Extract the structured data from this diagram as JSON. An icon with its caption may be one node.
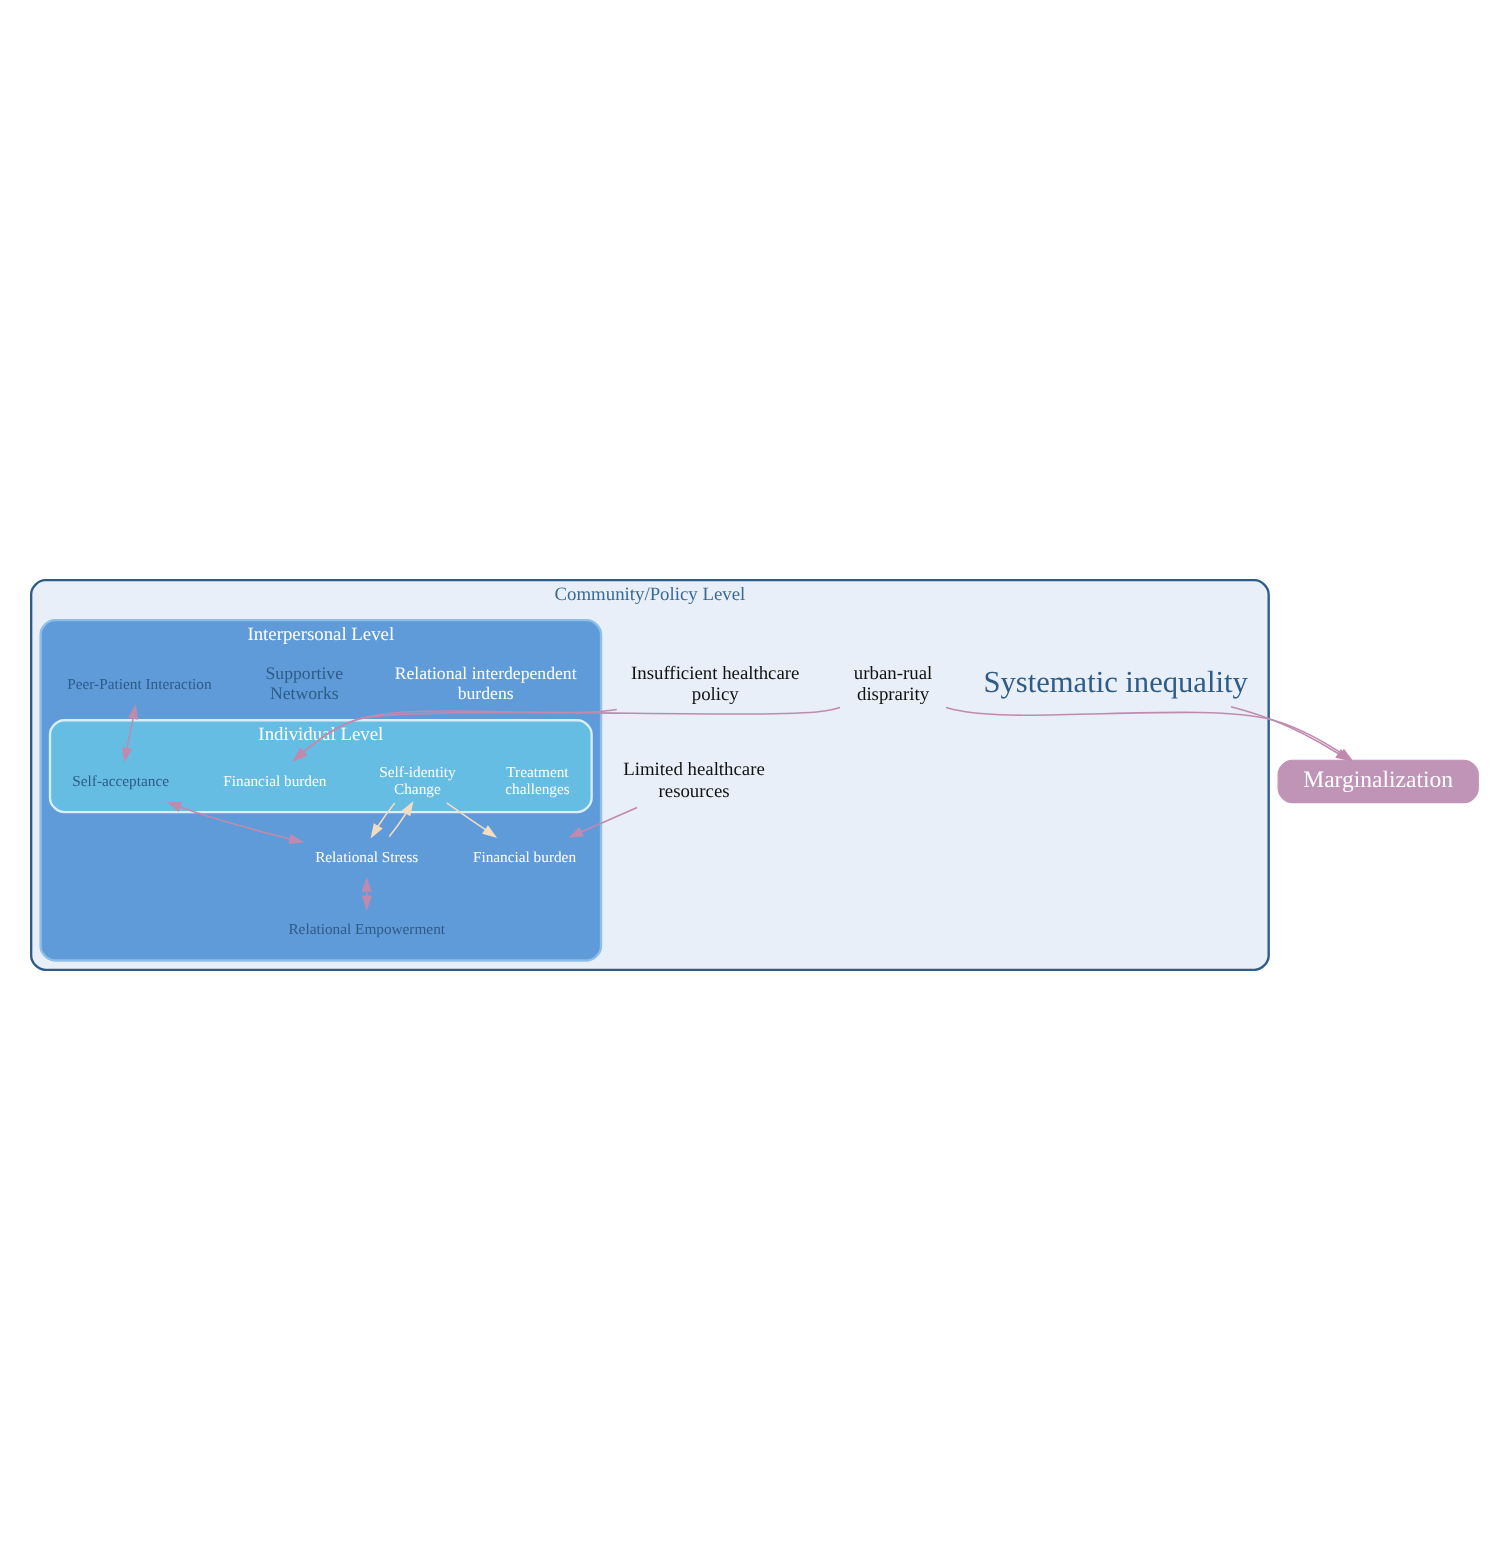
{
  "diagram": {
    "nodes": [
      {
        "text": [
          "Community/Policy Level"
        ]
      },
      {
        "text": [
          "Systematic inequality"
        ],
        "in": 0
      },
      {
        "text": [
          "Limited healthcare resources"
        ],
        "in": 0
      },
      {
        "text": [
          "Insufficient healthcare policy"
        ],
        "in": 0
      },
      {
        "text": [
          "urban-rual disprarity"
        ],
        "in": 0
      },
      {
        "text": [
          "Interpersonal Level"
        ],
        "in": 0
      },
      {
        "text": [
          "Relational interdependent burdens"
        ],
        "in": 5
      },
      {
        "text": [
          "Relational Stress"
        ],
        "in": 5
      },
      {
        "text": [
          "Financial burden"
        ],
        "in": 5
      },
      {
        "text": [
          "Supportive Networks"
        ],
        "in": 5
      },
      {
        "text": [
          "Relational Empowerment"
        ],
        "in": 5
      },
      {
        "text": [
          "Peer-Patient Interaction"
        ],
        "in": 5
      },
      {
        "text": [
          "Individual Level"
        ],
        "in": 5
      },
      {
        "text": [
          "Treatment challenges"
        ],
        "in": 12
      },
      {
        "text": [
          "Self-identity Change"
        ],
        "in": 12
      },
      {
        "text": [
          "Financial burden"
        ],
        "in": 12
      },
      {
        "text": [
          "Self-acceptance"
        ],
        "in": 12
      },
      {
        "text": [
          "Marginalization"
        ]
      }
    ],
    "edges": [
      {
        "from": 1,
        "to": 17,
        "arrow": "to"
      },
      {
        "from": 2,
        "to": 8,
        "arrow": "to"
      },
      {
        "from": 3,
        "to": 15,
        "arrow": "to"
      },
      {
        "from": 4,
        "to": 15,
        "arrow": "to"
      },
      {
        "from": 4,
        "to": 17,
        "arrow": "to"
      },
      {
        "from": 14,
        "to": 7,
        "arrow": "to",
        "color": "#f3dcc0"
      },
      {
        "from": 14,
        "to": 8,
        "arrow": "to",
        "color": "#f3dcc0"
      },
      {
        "from": 7,
        "to": 14,
        "arrow": "to",
        "color": "#f3dcc0"
      },
      {
        "from": 7,
        "to": 10,
        "arrow": "both"
      },
      {
        "from": 16,
        "to": 7,
        "arrow": "both"
      },
      {
        "from": 11,
        "to": 16,
        "arrow": "both"
      }
    ]
  }
}
